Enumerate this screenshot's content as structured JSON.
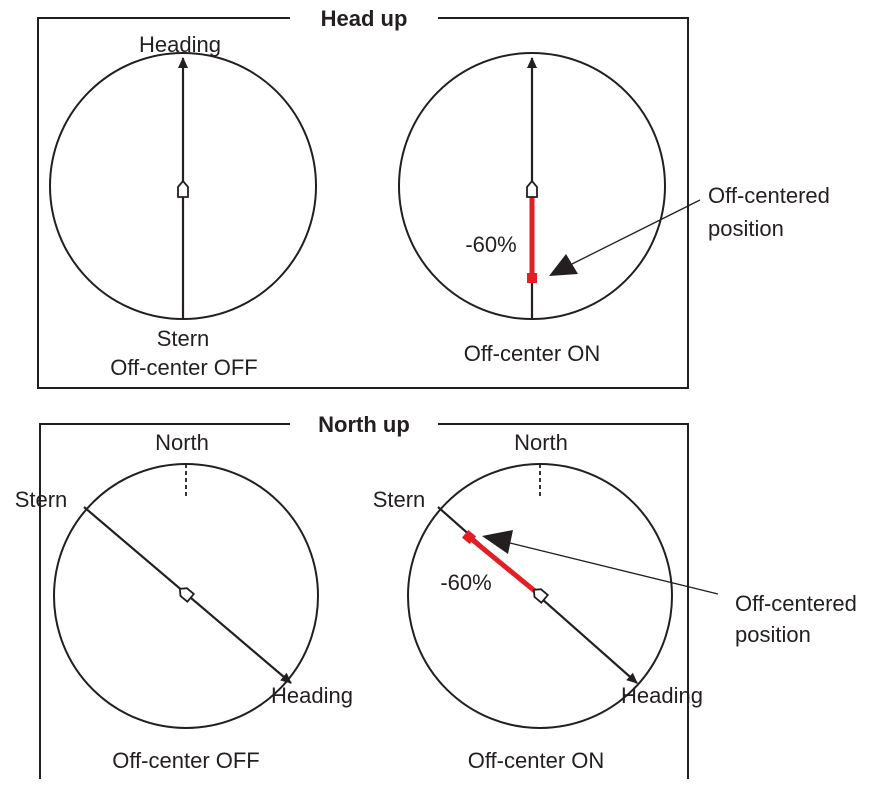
{
  "colors": {
    "ink": "#231f20",
    "offset_line": "#e31e24",
    "background": "#ffffff"
  },
  "head_up": {
    "title": "Head up",
    "left": {
      "top_label": "Heading",
      "bottom_label": "Stern",
      "caption": "Off-center OFF"
    },
    "right": {
      "offset_label": "-60%",
      "caption": "Off-center ON"
    },
    "callout": {
      "line1": "Off-centered",
      "line2": "position"
    }
  },
  "north_up": {
    "title": "North up",
    "left": {
      "north_label": "North",
      "stern_label": "Stern",
      "heading_label": "Heading",
      "caption": "Off-center OFF"
    },
    "right": {
      "north_label": "North",
      "stern_label": "Stern",
      "heading_label": "Heading",
      "offset_label": "-60%",
      "caption": "Off-center ON"
    },
    "callout": {
      "line1": "Off-centered",
      "line2": "position"
    }
  },
  "offset_percent": -60,
  "icons": [
    "ship-marker-icon",
    "arrowhead-icon",
    "north-tick-icon"
  ]
}
